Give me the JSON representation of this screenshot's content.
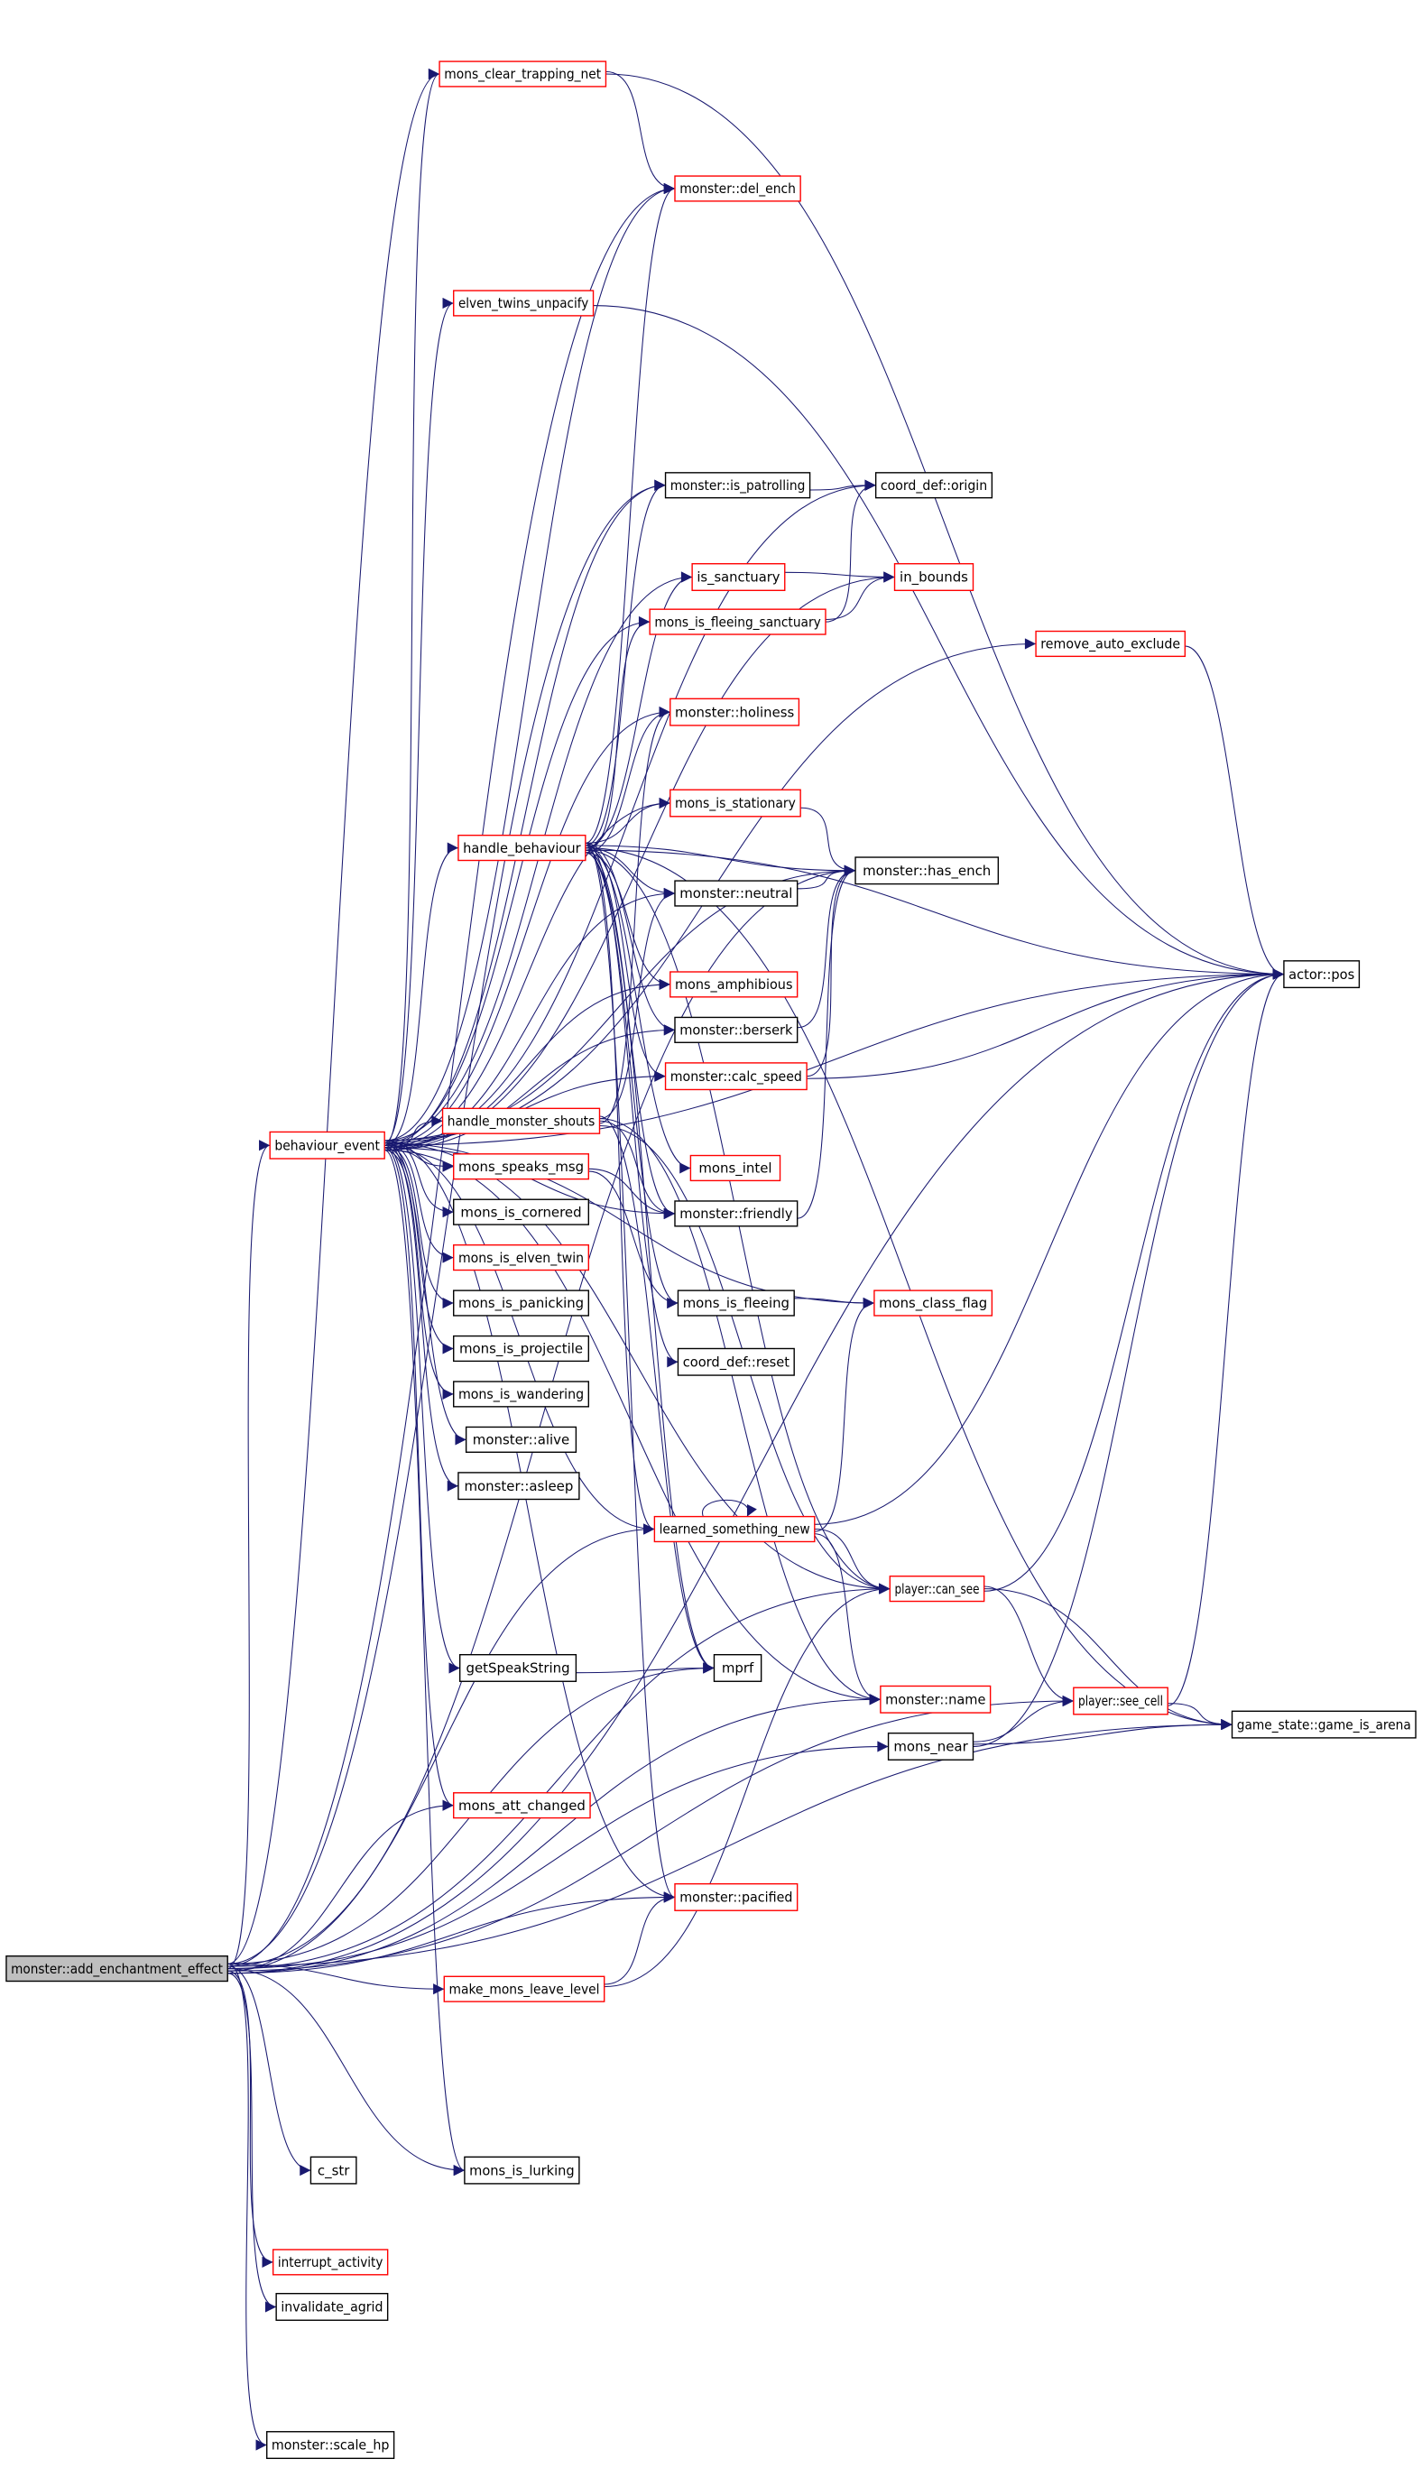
{
  "colors": {
    "edge": "#191970",
    "root_fill": "#bfbfbf",
    "red_border": "#ff0000",
    "black_border": "#000000"
  },
  "nodes": [
    {
      "id": "root",
      "label": "monster::add_enchantment_effect",
      "style": "root"
    },
    {
      "id": "mctn",
      "label": "mons_clear_trapping_net",
      "style": "red"
    },
    {
      "id": "del",
      "label": "monster::del_ench",
      "style": "red"
    },
    {
      "id": "etu",
      "label": "elven_twins_unpacify",
      "style": "red"
    },
    {
      "id": "patrol",
      "label": "monster::is_patrolling",
      "style": "black"
    },
    {
      "id": "origin",
      "label": "coord_def::origin",
      "style": "black"
    },
    {
      "id": "sanct",
      "label": "is_sanctuary",
      "style": "red"
    },
    {
      "id": "inb",
      "label": "in_bounds",
      "style": "red"
    },
    {
      "id": "mifs",
      "label": "mons_is_fleeing_sanctuary",
      "style": "red"
    },
    {
      "id": "rae",
      "label": "remove_auto_exclude",
      "style": "red"
    },
    {
      "id": "holi",
      "label": "monster::holiness",
      "style": "red"
    },
    {
      "id": "stat",
      "label": "mons_is_stationary",
      "style": "red"
    },
    {
      "id": "hb",
      "label": "handle_behaviour",
      "style": "red"
    },
    {
      "id": "hasench",
      "label": "monster::has_ench",
      "style": "black"
    },
    {
      "id": "neutral",
      "label": "monster::neutral",
      "style": "black"
    },
    {
      "id": "pos",
      "label": "actor::pos",
      "style": "black"
    },
    {
      "id": "amph",
      "label": "mons_amphibious",
      "style": "red"
    },
    {
      "id": "berserk",
      "label": "monster::berserk",
      "style": "black"
    },
    {
      "id": "calc",
      "label": "monster::calc_speed",
      "style": "red"
    },
    {
      "id": "hms",
      "label": "handle_monster_shouts",
      "style": "red"
    },
    {
      "id": "be",
      "label": "behaviour_event",
      "style": "red"
    },
    {
      "id": "intel",
      "label": "mons_intel",
      "style": "red"
    },
    {
      "id": "msm",
      "label": "mons_speaks_msg",
      "style": "red"
    },
    {
      "id": "friendly",
      "label": "monster::friendly",
      "style": "black"
    },
    {
      "id": "corner",
      "label": "mons_is_cornered",
      "style": "black"
    },
    {
      "id": "twin",
      "label": "mons_is_elven_twin",
      "style": "red"
    },
    {
      "id": "flee",
      "label": "mons_is_fleeing",
      "style": "black"
    },
    {
      "id": "cflag",
      "label": "mons_class_flag",
      "style": "red"
    },
    {
      "id": "panic",
      "label": "mons_is_panicking",
      "style": "black"
    },
    {
      "id": "reset",
      "label": "coord_def::reset",
      "style": "black"
    },
    {
      "id": "proj",
      "label": "mons_is_projectile",
      "style": "black"
    },
    {
      "id": "wander",
      "label": "mons_is_wandering",
      "style": "black"
    },
    {
      "id": "alive",
      "label": "monster::alive",
      "style": "black"
    },
    {
      "id": "asleep",
      "label": "monster::asleep",
      "style": "black"
    },
    {
      "id": "lsn",
      "label": "learned_something_new",
      "style": "red"
    },
    {
      "id": "cansee",
      "label": "player::can_see",
      "style": "red"
    },
    {
      "id": "gss",
      "label": "getSpeakString",
      "style": "black"
    },
    {
      "id": "mprf",
      "label": "mprf",
      "style": "black"
    },
    {
      "id": "name",
      "label": "monster::name",
      "style": "red"
    },
    {
      "id": "near",
      "label": "mons_near",
      "style": "black"
    },
    {
      "id": "seecell",
      "label": "player::see_cell",
      "style": "red"
    },
    {
      "id": "arena",
      "label": "game_state::game_is_arena",
      "style": "black"
    },
    {
      "id": "attch",
      "label": "mons_att_changed",
      "style": "red"
    },
    {
      "id": "pacified",
      "label": "monster::pacified",
      "style": "red"
    },
    {
      "id": "mmll",
      "label": "make_mons_leave_level",
      "style": "red"
    },
    {
      "id": "cstr",
      "label": "c_str",
      "style": "black"
    },
    {
      "id": "lurk",
      "label": "mons_is_lurking",
      "style": "black"
    },
    {
      "id": "interrupt",
      "label": "interrupt_activity",
      "style": "red"
    },
    {
      "id": "agrid",
      "label": "invalidate_agrid",
      "style": "black"
    },
    {
      "id": "scalehp",
      "label": "monster::scale_hp",
      "style": "black"
    }
  ],
  "edges": [
    [
      "root",
      "mctn"
    ],
    [
      "root",
      "del"
    ],
    [
      "root",
      "be"
    ],
    [
      "root",
      "hasench"
    ],
    [
      "root",
      "pos"
    ],
    [
      "root",
      "mmll"
    ],
    [
      "root",
      "cstr"
    ],
    [
      "root",
      "lurk"
    ],
    [
      "root",
      "interrupt"
    ],
    [
      "root",
      "agrid"
    ],
    [
      "root",
      "scalehp"
    ],
    [
      "root",
      "arena"
    ],
    [
      "root",
      "near"
    ],
    [
      "root",
      "seecell"
    ],
    [
      "root",
      "pacified"
    ],
    [
      "root",
      "mprf"
    ],
    [
      "root",
      "lsn"
    ],
    [
      "root",
      "cansee"
    ],
    [
      "root",
      "attch"
    ],
    [
      "root",
      "name"
    ],
    [
      "root",
      "patrol"
    ],
    [
      "mctn",
      "del"
    ],
    [
      "mctn",
      "pos"
    ],
    [
      "etu",
      "pos"
    ],
    [
      "patrol",
      "origin"
    ],
    [
      "sanct",
      "inb"
    ],
    [
      "mifs",
      "inb"
    ],
    [
      "mifs",
      "origin"
    ],
    [
      "rae",
      "pos"
    ],
    [
      "stat",
      "hasench"
    ],
    [
      "neutral",
      "hasench"
    ],
    [
      "berserk",
      "hasench"
    ],
    [
      "calc",
      "hasench"
    ],
    [
      "calc",
      "pos"
    ],
    [
      "friendly",
      "hasench"
    ],
    [
      "hb",
      "del"
    ],
    [
      "hb",
      "patrol"
    ],
    [
      "hb",
      "sanct"
    ],
    [
      "hb",
      "mifs"
    ],
    [
      "hb",
      "holi"
    ],
    [
      "hb",
      "stat"
    ],
    [
      "hb",
      "hasench"
    ],
    [
      "hb",
      "neutral"
    ],
    [
      "hb",
      "pos"
    ],
    [
      "hb",
      "amph"
    ],
    [
      "hb",
      "berserk"
    ],
    [
      "hb",
      "calc"
    ],
    [
      "hb",
      "intel"
    ],
    [
      "hb",
      "friendly"
    ],
    [
      "hb",
      "flee"
    ],
    [
      "hb",
      "reset"
    ],
    [
      "hb",
      "lsn"
    ],
    [
      "hb",
      "arena"
    ],
    [
      "hb",
      "cansee"
    ],
    [
      "hb",
      "mprf"
    ],
    [
      "hb",
      "pacified"
    ],
    [
      "hms",
      "neutral"
    ],
    [
      "hms",
      "friendly"
    ],
    [
      "hms",
      "holi"
    ],
    [
      "hms",
      "cansee"
    ],
    [
      "hms",
      "mprf"
    ],
    [
      "hms",
      "name"
    ],
    [
      "be",
      "hb"
    ],
    [
      "be",
      "hms"
    ],
    [
      "be",
      "msm"
    ],
    [
      "be",
      "corner"
    ],
    [
      "be",
      "twin"
    ],
    [
      "be",
      "panic"
    ],
    [
      "be",
      "proj"
    ],
    [
      "be",
      "wander"
    ],
    [
      "be",
      "alive"
    ],
    [
      "be",
      "asleep"
    ],
    [
      "be",
      "gss"
    ],
    [
      "be",
      "attch"
    ],
    [
      "be",
      "lurk"
    ],
    [
      "be",
      "del"
    ],
    [
      "be",
      "etu"
    ],
    [
      "be",
      "patrol"
    ],
    [
      "be",
      "origin"
    ],
    [
      "be",
      "inb"
    ],
    [
      "be",
      "sanct"
    ],
    [
      "be",
      "mifs"
    ],
    [
      "be",
      "holi"
    ],
    [
      "be",
      "stat"
    ],
    [
      "be",
      "neutral"
    ],
    [
      "be",
      "hasench"
    ],
    [
      "be",
      "rae"
    ],
    [
      "be",
      "pos"
    ],
    [
      "be",
      "amph"
    ],
    [
      "be",
      "berserk"
    ],
    [
      "be",
      "calc"
    ],
    [
      "be",
      "friendly"
    ],
    [
      "be",
      "lsn"
    ],
    [
      "be",
      "cflag"
    ],
    [
      "be",
      "name"
    ],
    [
      "be",
      "pacified"
    ],
    [
      "be",
      "cansee"
    ],
    [
      "be",
      "mctn"
    ],
    [
      "msm",
      "friendly"
    ],
    [
      "msm",
      "flee"
    ],
    [
      "flee",
      "cflag"
    ],
    [
      "lsn",
      "lsn"
    ],
    [
      "lsn",
      "cansee"
    ],
    [
      "lsn",
      "cflag"
    ],
    [
      "lsn",
      "name"
    ],
    [
      "lsn",
      "pos"
    ],
    [
      "cansee",
      "seecell"
    ],
    [
      "cansee",
      "arena"
    ],
    [
      "cansee",
      "pos"
    ],
    [
      "gss",
      "mprf"
    ],
    [
      "near",
      "seecell"
    ],
    [
      "near",
      "arena"
    ],
    [
      "near",
      "pos"
    ],
    [
      "seecell",
      "arena"
    ],
    [
      "seecell",
      "pos"
    ],
    [
      "mmll",
      "pacified"
    ],
    [
      "mmll",
      "cansee"
    ]
  ]
}
